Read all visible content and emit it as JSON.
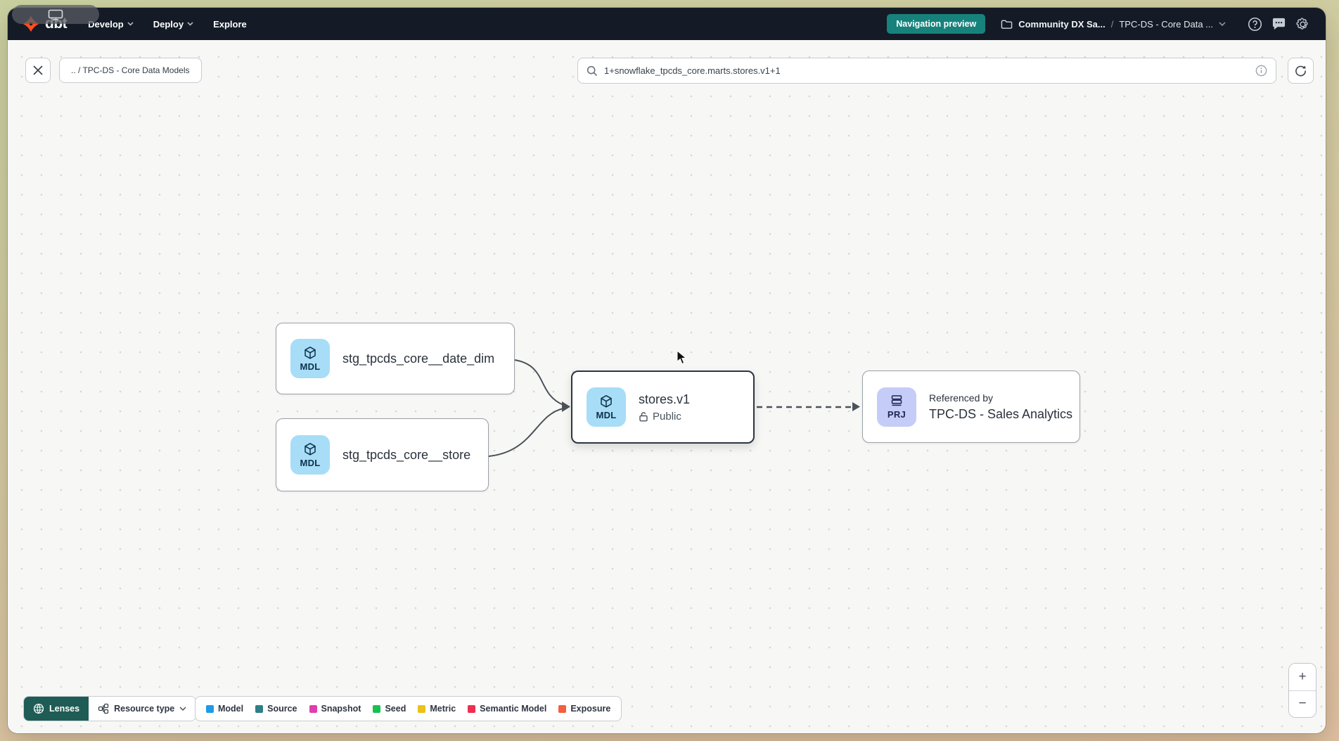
{
  "screen_pill": {
    "icon": "screen-share-icon"
  },
  "nav": {
    "logo_text": "dbt",
    "menu": [
      {
        "label": "Develop"
      },
      {
        "label": "Deploy"
      },
      {
        "label": "Explore"
      }
    ],
    "preview_badge_label": "Navigation preview",
    "breadcrumb": {
      "account": "Community DX Sa...",
      "separator": "/",
      "project": "TPC-DS - Core Data ..."
    }
  },
  "toolbar": {
    "back_chip_label": ".. / TPC-DS - Core Data Models",
    "search_value": "1+snowflake_tpcds_core.marts.stores.v1+1"
  },
  "graph": {
    "nodes": [
      {
        "badge": "MDL",
        "label": "stg_tpcds_core__date_dim"
      },
      {
        "badge": "MDL",
        "label": "stg_tpcds_core__store"
      },
      {
        "badge": "MDL",
        "label": "stores.v1",
        "access": "Public"
      },
      {
        "badge": "PRJ",
        "sublabel": "Referenced by",
        "label": "TPC-DS - Sales Analytics"
      }
    ]
  },
  "footer": {
    "lenses_label": "Lenses",
    "resource_type_label": "Resource type",
    "legend": [
      {
        "label": "Model",
        "color": "#1e9be8"
      },
      {
        "label": "Source",
        "color": "#2f7f86"
      },
      {
        "label": "Snapshot",
        "color": "#e23dae"
      },
      {
        "label": "Seed",
        "color": "#16c151"
      },
      {
        "label": "Metric",
        "color": "#e9c21a"
      },
      {
        "label": "Semantic Model",
        "color": "#ee2e52"
      },
      {
        "label": "Exposure",
        "color": "#f2603d"
      }
    ]
  },
  "zoom_controls": {
    "zoom_in": "+",
    "zoom_out": "−"
  },
  "colors": {
    "nav_bar": "#141b27",
    "preview_badge": "#17827c",
    "lenses_button": "#1e5c55",
    "accent_orange": "#ff4e1f",
    "model_badge_bg": "#a7ddf7",
    "project_badge_bg": "#c6ccf8"
  }
}
